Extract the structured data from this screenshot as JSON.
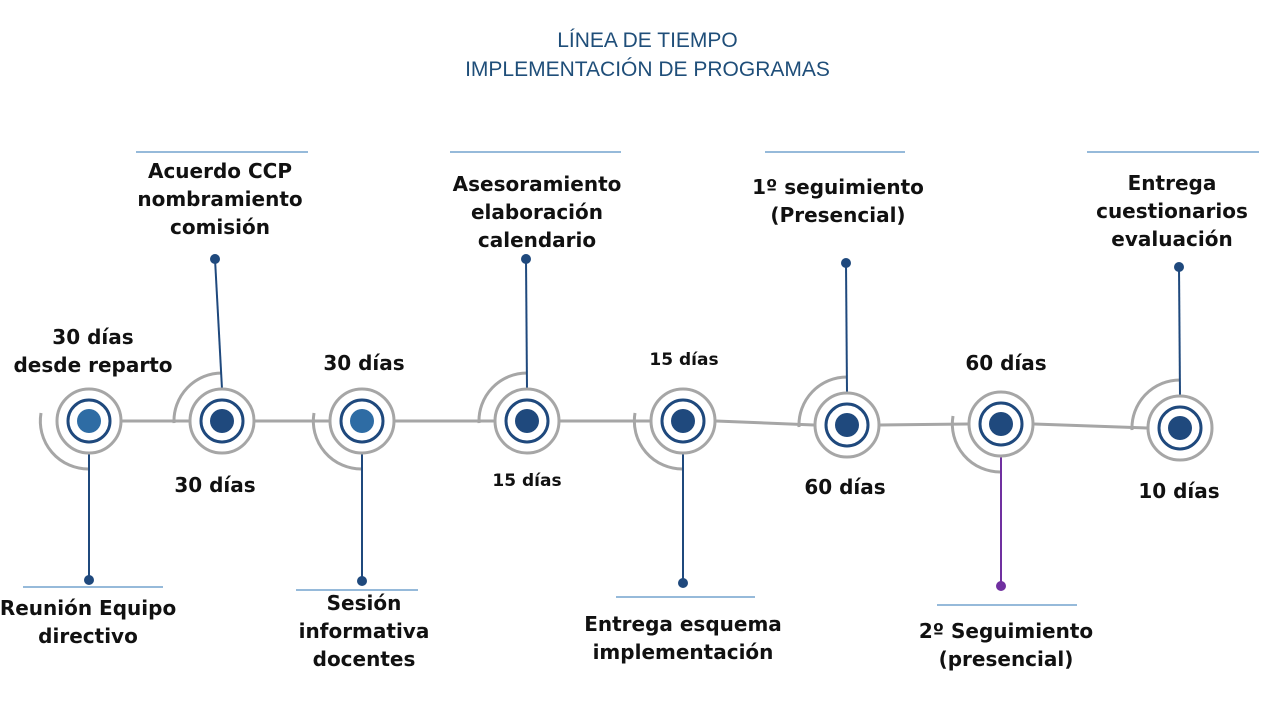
{
  "title": {
    "line1": "LÍNEA DE TIEMPO",
    "line2": "IMPLEMENTACIÓN DE PROGRAMAS"
  },
  "colors": {
    "ring": "#a6a6a6",
    "blue": "#1f497d",
    "light_blue": "#2e6ca4",
    "purple": "#7030a0",
    "rule": "#2e75b6"
  },
  "milestones": [
    {
      "event": [
        "Reunión Equipo",
        "directivo"
      ],
      "duration": [
        "30 días",
        "desde reparto"
      ]
    },
    {
      "event": [
        "Acuerdo CCP",
        "nombramiento",
        "comisión"
      ],
      "duration": [
        "30 días"
      ]
    },
    {
      "event": [
        "Sesión",
        "informativa",
        "docentes"
      ],
      "duration": [
        "30 días"
      ]
    },
    {
      "event": [
        "Asesoramiento",
        "elaboración",
        "calendario"
      ],
      "duration": [
        "15 días"
      ]
    },
    {
      "event": [
        "Entrega esquema",
        "implementación"
      ],
      "duration": [
        "15 días"
      ]
    },
    {
      "event": [
        "1º seguimiento",
        "(Presencial)"
      ],
      "duration": [
        "60 días"
      ]
    },
    {
      "event": [
        "2º Seguimiento",
        "(presencial)"
      ],
      "duration": [
        "60 días"
      ]
    },
    {
      "event": [
        "Entrega",
        "cuestionarios",
        "evaluación"
      ],
      "duration": [
        "10 días"
      ]
    }
  ]
}
